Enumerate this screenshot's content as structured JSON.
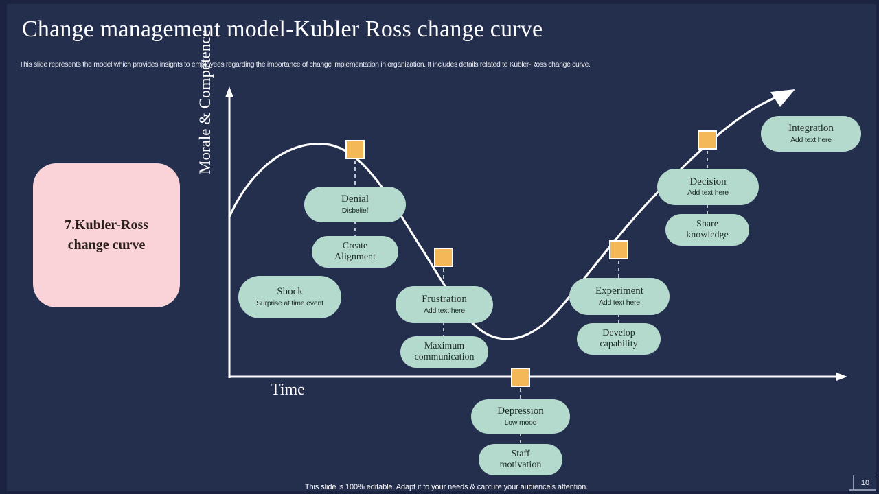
{
  "slide": {
    "title": "Change management model-Kubler Ross change curve",
    "subtitle": "This slide represents the model which provides insights to employees regarding the importance of change implementation in organization. It includes details related to Kubler-Ross change curve.",
    "footer_note": "This slide is 100% editable. Adapt it to your needs & capture your audience's attention.",
    "page_number": "10"
  },
  "section_card": {
    "label": "7.Kubler-Ross\nchange curve",
    "line1": "7.Kubler-Ross",
    "line2": "change curve",
    "bg_color": "#f9d3d8",
    "text_color": "#2b2119"
  },
  "colors": {
    "background": "#242e4d",
    "frame": "#1b2340",
    "pill": "#b4d9cd",
    "marker": "#f4b857",
    "curve": "#ffffff",
    "axis": "#ffffff",
    "pink": "#f9d3d8"
  },
  "chart_data": {
    "type": "line",
    "title": "Kubler Ross change curve",
    "xlabel": "Time",
    "ylabel": "Morale & Competence",
    "grid": false,
    "legend": false,
    "x": [
      0,
      1,
      2,
      3,
      4,
      5,
      6,
      7
    ],
    "y": [
      42,
      72,
      78,
      55,
      22,
      10,
      30,
      62,
      88
    ],
    "stages": [
      {
        "id": "shock",
        "title": "Shock",
        "subtitle": "Surprise at time event",
        "marker": false,
        "support": null
      },
      {
        "id": "denial",
        "title": "Denial",
        "subtitle": "Disbelief",
        "marker": true,
        "support": "Create\nAlignment",
        "support_line1": "Create",
        "support_line2": "Alignment"
      },
      {
        "id": "frustration",
        "title": "Frustration",
        "subtitle": "Add text here",
        "marker": true,
        "support": "Maximum\ncommunication",
        "support_line1": "Maximum",
        "support_line2": "communication"
      },
      {
        "id": "depression",
        "title": "Depression",
        "subtitle": "Low mood",
        "marker": true,
        "support": "Staff\nmotivation",
        "support_line1": "Staff",
        "support_line2": "motivation"
      },
      {
        "id": "experiment",
        "title": "Experiment",
        "subtitle": "Add text here",
        "marker": true,
        "support": "Develop\ncapability",
        "support_line1": "Develop",
        "support_line2": "capability"
      },
      {
        "id": "decision",
        "title": "Decision",
        "subtitle": "Add text here",
        "marker": true,
        "support": "Share\nknowledge",
        "support_line1": "Share",
        "support_line2": "knowledge"
      },
      {
        "id": "integration",
        "title": "Integration",
        "subtitle": "Add text here",
        "marker": false,
        "support": null
      }
    ]
  }
}
